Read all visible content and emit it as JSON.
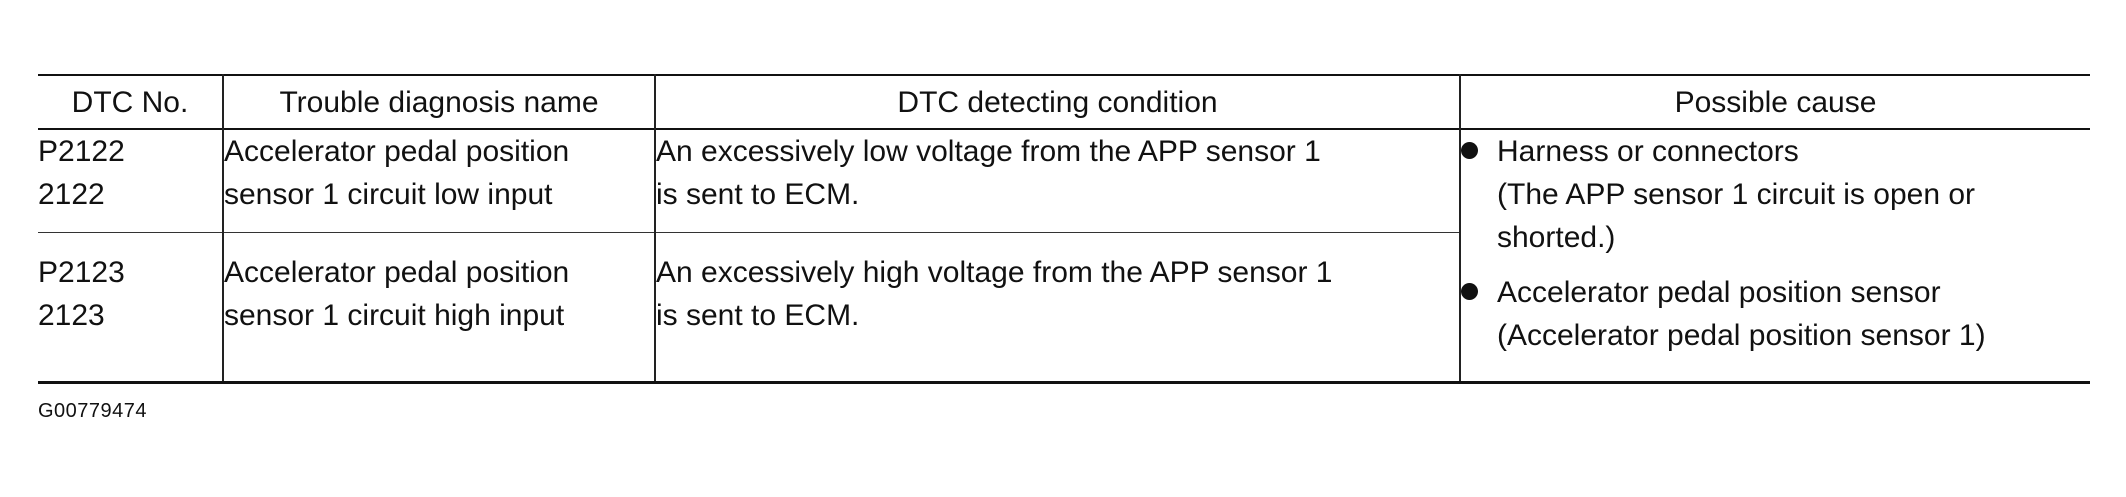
{
  "table": {
    "headers": {
      "dtc_no": "DTC No.",
      "trouble_name": "Trouble diagnosis name",
      "condition": "DTC detecting condition",
      "cause": "Possible cause"
    },
    "rows": [
      {
        "dtc": [
          "P2122",
          "2122"
        ],
        "name": [
          "Accelerator pedal position",
          "sensor 1 circuit low input"
        ],
        "condition": [
          "An excessively low voltage from the APP sensor 1",
          "is sent to ECM."
        ]
      },
      {
        "dtc": [
          "P2123",
          "2123"
        ],
        "name": [
          "Accelerator pedal position",
          "sensor 1 circuit high input"
        ],
        "condition": [
          "An excessively high voltage from the APP sensor 1",
          "is sent to ECM."
        ]
      }
    ],
    "possible_causes": [
      {
        "lines": [
          "Harness or connectors",
          "(The APP sensor 1 circuit is open or",
          "shorted.)"
        ]
      },
      {
        "lines": [
          "Accelerator pedal position sensor",
          "(Accelerator pedal position sensor 1)"
        ]
      }
    ]
  },
  "figure_id": "G00779474"
}
